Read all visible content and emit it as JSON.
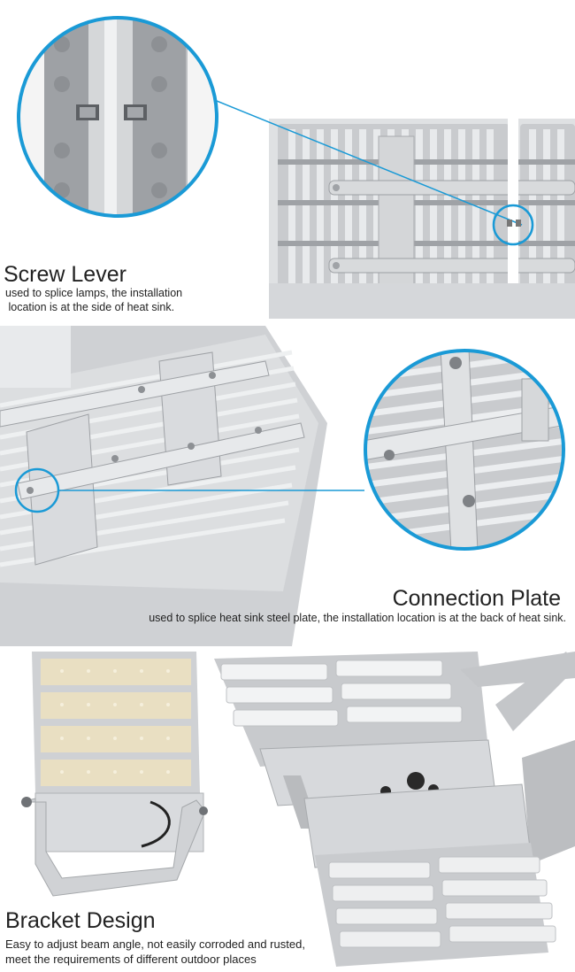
{
  "sections": [
    {
      "title": "Screw Lever",
      "description": [
        "used to splice lamps, the installation",
        " location is at the side of heat sink."
      ]
    },
    {
      "title": "Connection Plate",
      "description": [
        "used to splice heat sink steel plate, the installation location is at the back of heat sink."
      ]
    },
    {
      "title": "Bracket Design",
      "description": [
        "Easy to adjust beam angle, not easily corroded and rusted,",
        "meet the requirements of different outdoor places"
      ]
    }
  ],
  "colors": {
    "accent": "#1a9ad6",
    "metal_light": "#e2e4e6",
    "metal_mid": "#b9bcc0",
    "metal_dark": "#8d9094",
    "bg_gray": "#c7c8ca",
    "led_chip": "#f0e6c8"
  },
  "icons": {
    "zoom_circle": "magnify-circle",
    "connector_line": "callout-line"
  }
}
